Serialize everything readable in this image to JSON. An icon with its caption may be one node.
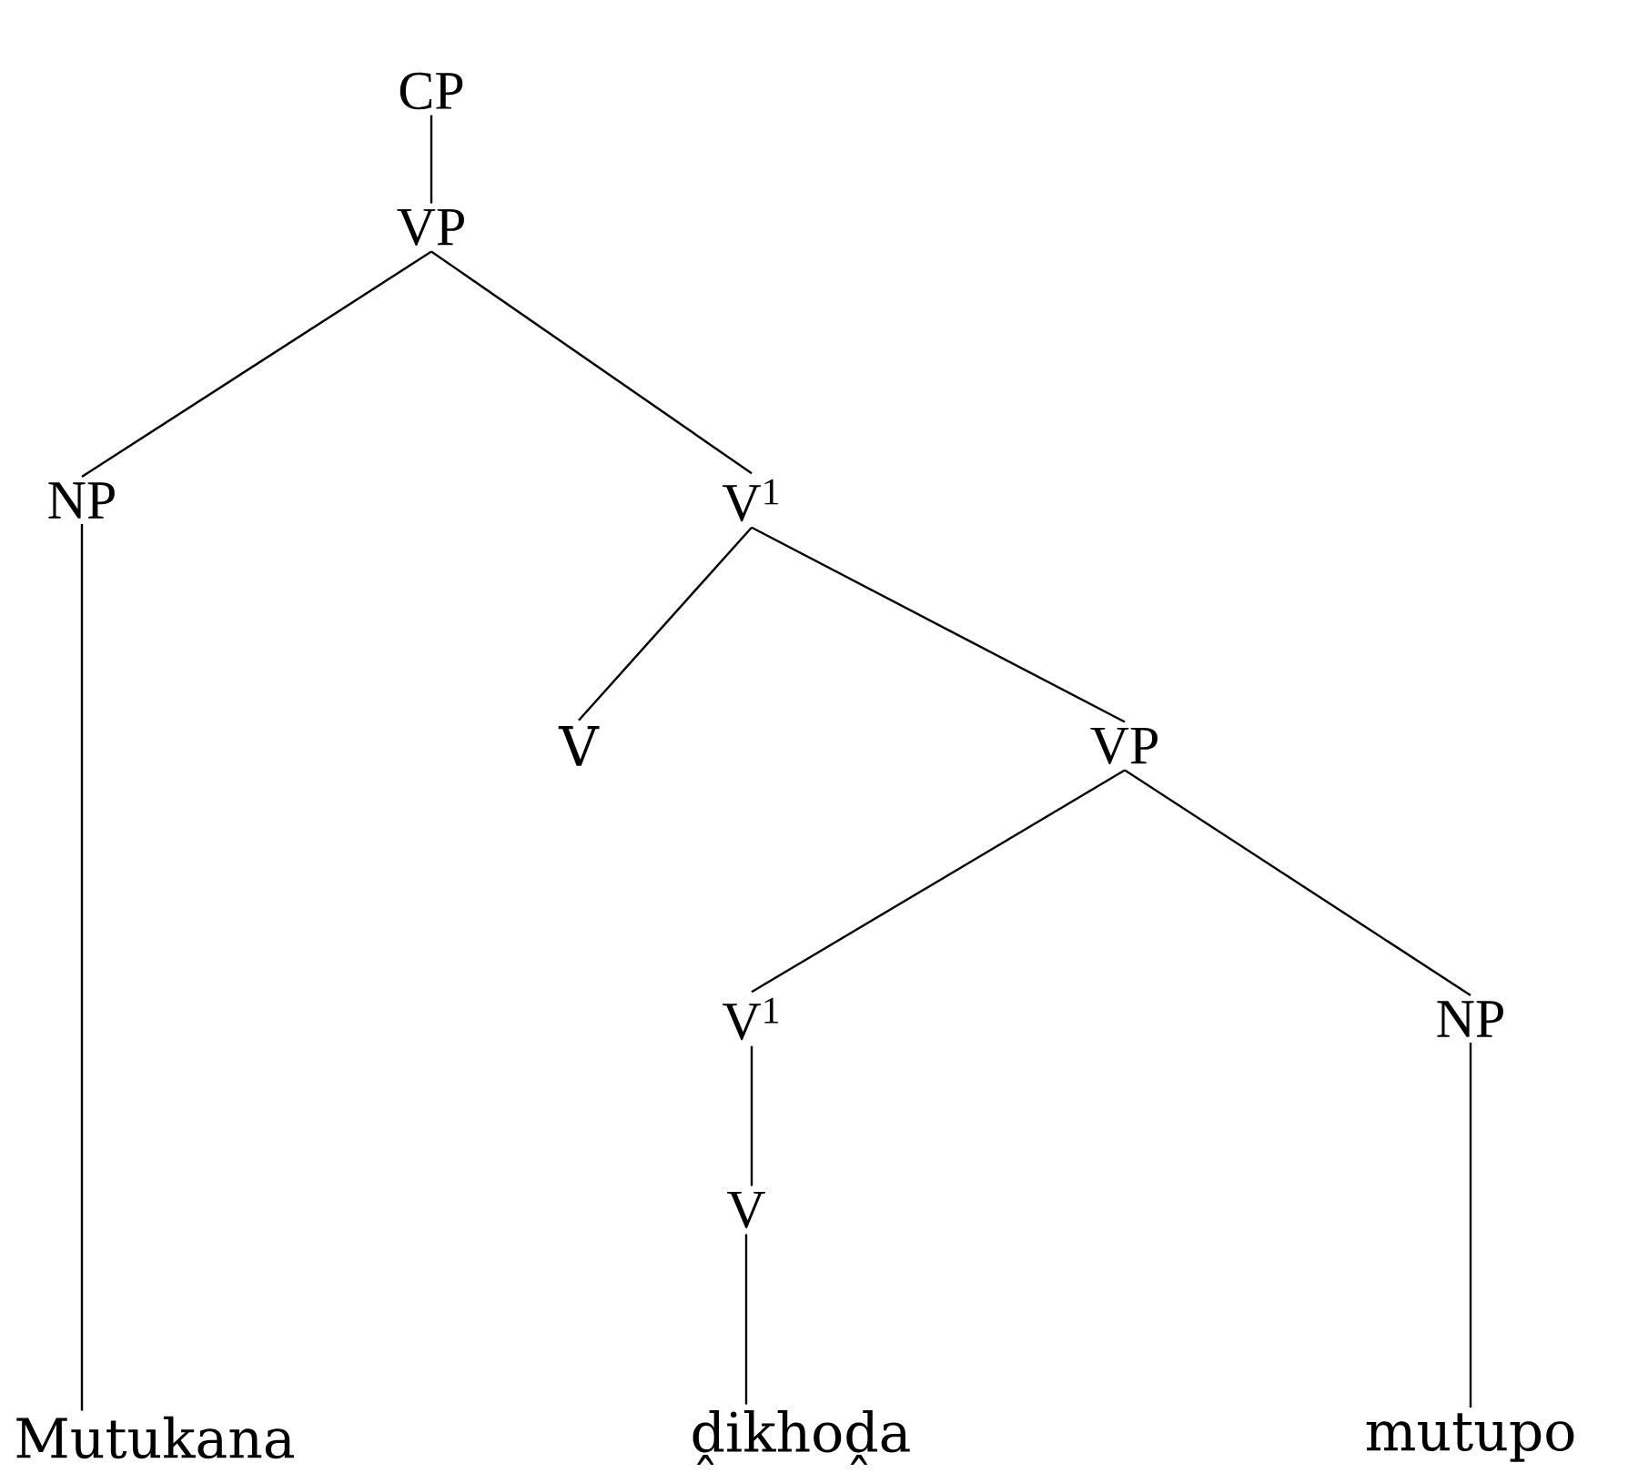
{
  "diagram": {
    "nodes": [
      {
        "text": [
          "CP"
        ]
      },
      {
        "text": [
          "VP"
        ]
      },
      {
        "text": [
          "NP"
        ]
      },
      {
        "text": [
          "V$^{1}$"
        ]
      },
      {
        "text": [
          "V"
        ]
      },
      {
        "text": [
          "VP"
        ]
      },
      {
        "text": [
          "V$^{1}$"
        ]
      },
      {
        "text": [
          "NP"
        ]
      },
      {
        "text": [
          "V"
        ]
      },
      {
        "text": [
          "Mutukana"
        ]
      },
      {
        "text": [
          "ḓikhoḓa"
        ]
      },
      {
        "text": [
          "mutupo"
        ]
      }
    ],
    "edges": [
      {
        "from": 0,
        "to": 1,
        "arrow": "none"
      },
      {
        "from": 1,
        "to": 2,
        "arrow": "none"
      },
      {
        "from": 1,
        "to": 3,
        "arrow": "none"
      },
      {
        "from": 2,
        "to": 9,
        "arrow": "none"
      },
      {
        "from": 3,
        "to": 4,
        "arrow": "none"
      },
      {
        "from": 3,
        "to": 5,
        "arrow": "none"
      },
      {
        "from": 5,
        "to": 6,
        "arrow": "none"
      },
      {
        "from": 5,
        "to": 7,
        "arrow": "none"
      },
      {
        "from": 6,
        "to": 8,
        "arrow": "none"
      },
      {
        "from": 8,
        "to": 10,
        "arrow": "none"
      },
      {
        "from": 7,
        "to": 11,
        "arrow": "none"
      }
    ]
  }
}
